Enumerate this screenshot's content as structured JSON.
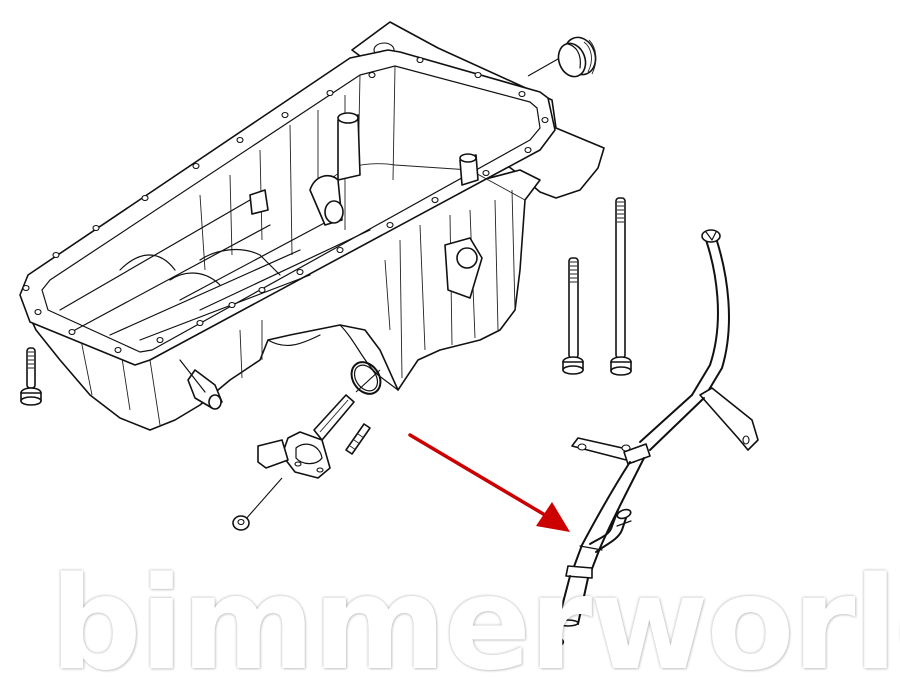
{
  "diagram": {
    "type": "exploded parts diagram",
    "subject": "Engine oil pan assembly",
    "parts": [
      {
        "id": "oil-pan",
        "label": "Oil pan"
      },
      {
        "id": "plug-cap",
        "label": "Sealing plug"
      },
      {
        "id": "long-bolt",
        "label": "Long bolt"
      },
      {
        "id": "medium-bolt",
        "label": "Medium bolt"
      },
      {
        "id": "short-bolt",
        "label": "Short bolt"
      },
      {
        "id": "oil-level-sensor",
        "label": "Oil level sensor"
      },
      {
        "id": "sensor-nut",
        "label": "Nut"
      },
      {
        "id": "o-ring",
        "label": "O-ring"
      },
      {
        "id": "stud",
        "label": "Stud"
      },
      {
        "id": "dipstick-guide-tube",
        "label": "Dipstick guide tube"
      },
      {
        "id": "tube-seal",
        "label": "Seal ring"
      }
    ],
    "highlight": {
      "target": "dipstick-guide-tube",
      "arrow_color": "#cc0000"
    }
  },
  "watermark": {
    "text": "bimmerworld"
  }
}
